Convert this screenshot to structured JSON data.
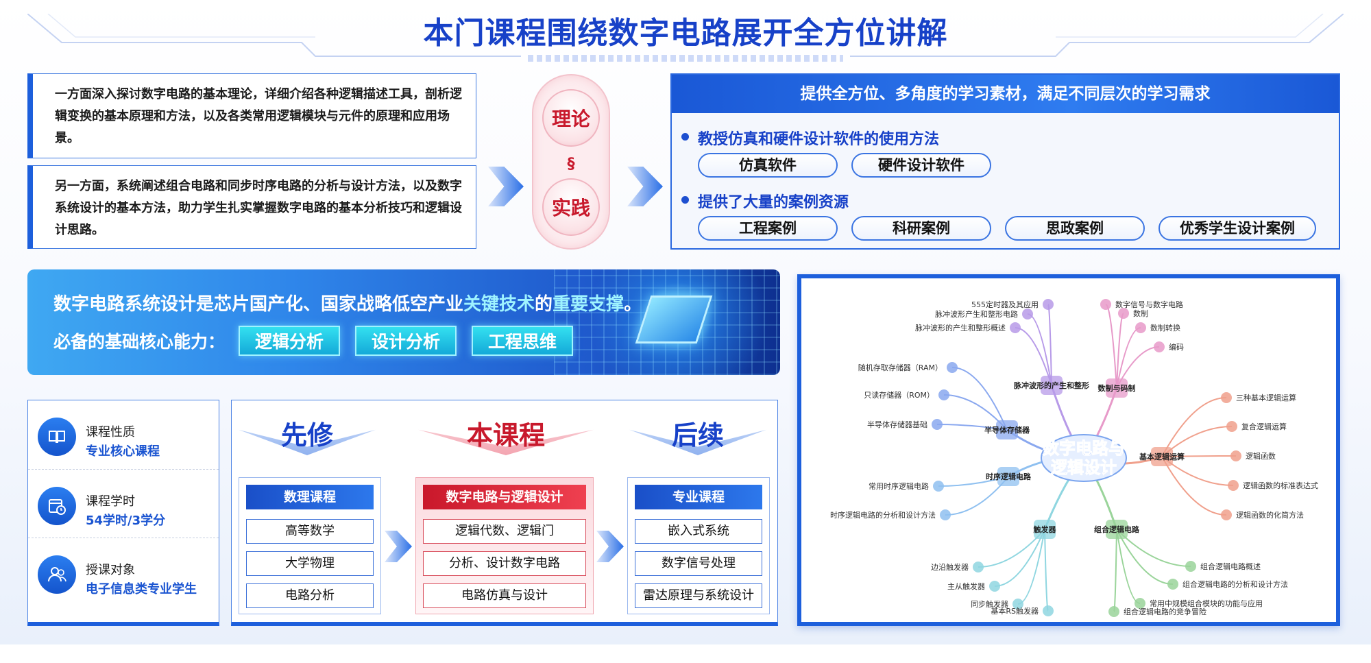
{
  "title": "本门课程围绕数字电路展开全方位讲解",
  "intro": {
    "p1": "一方面深入探讨数字电路的基本理论，详细介绍各种逻辑描述工具，剖析逻辑变换的基本原理和方法，以及各类常用逻辑模块与元件的原理和应用场景。",
    "p2": "另一方面，系统阐述组合电路和同步时序电路的分析与设计方法，以及数字系统设计的基本方法，助力学生扎实掌握数字电路的基本分析技巧和逻辑设计思路。"
  },
  "capsule": {
    "top": "理论",
    "link": "§",
    "bottom": "实践"
  },
  "resources": {
    "header": "提供全方位、多角度的学习素材，满足不同层次的学习需求",
    "section1": {
      "title": "教授仿真和硬件设计软件的使用方法",
      "tags": [
        "仿真软件",
        "硬件设计软件"
      ]
    },
    "section2": {
      "title": "提供了大量的案例资源",
      "tags": [
        "工程案例",
        "科研案例",
        "思政案例",
        "优秀学生设计案例"
      ]
    }
  },
  "banner": {
    "l1a": "数字电路系统设计",
    "l1b": "是芯片国产化、国家战略低空产业",
    "l1c": "关键技术",
    "l1d": "的",
    "l1e": "重要支撑",
    "l1f": "。",
    "l2": "必备的基础核心能力：",
    "tags": [
      "逻辑分析",
      "设计分析",
      "工程思维"
    ]
  },
  "info": [
    {
      "icon": "book-icon",
      "label": "课程性质",
      "value": "专业核心课程"
    },
    {
      "icon": "calendar-clock-icon",
      "label": "课程学时",
      "value": "54学时/3学分"
    },
    {
      "icon": "users-icon",
      "label": "授课对象",
      "value": "电子信息类专业学生"
    }
  ],
  "path": {
    "pre": {
      "title": "先修",
      "head": "数理课程",
      "items": [
        "高等数学",
        "大学物理",
        "电路分析"
      ]
    },
    "main": {
      "title": "本课程",
      "head": "数字电路与逻辑设计",
      "items": [
        "逻辑代数、逻辑门",
        "分析、设计数字电路",
        "电路仿真与设计"
      ]
    },
    "post": {
      "title": "后续",
      "head": "专业课程",
      "items": [
        "嵌入式系统",
        "数字信号处理",
        "雷达原理与系统设计"
      ]
    }
  },
  "mindmap": {
    "center": [
      "数字电路与",
      "逻辑设计"
    ],
    "branches": [
      {
        "label": "脉冲波形的产生和整形",
        "color": "#b79ae8",
        "leaves": [
          "555定时器及其应用",
          "脉冲波形产生和整形电路",
          "脉冲波形的产生和整形概述"
        ]
      },
      {
        "label": "数制与码制",
        "color": "#e79ac9",
        "leaves": [
          "数字信号与数字电路",
          "数制",
          "数制转换",
          "编码"
        ]
      },
      {
        "label": "半导体存储器",
        "color": "#8aa8ef",
        "leaves": [
          "随机存取存储器（RAM）",
          "只读存储器（ROM）",
          "半导体存储器基础"
        ]
      },
      {
        "label": "基本逻辑运算",
        "color": "#f0a08c",
        "leaves": [
          "三种基本逻辑运算",
          "复合逻辑运算",
          "逻辑函数",
          "逻辑函数的标准表达式",
          "逻辑函数的化简方法"
        ]
      },
      {
        "label": "时序逻辑电路",
        "color": "#8fc0f0",
        "leaves": [
          "常用时序逻辑电路",
          "时序逻辑电路的分析和设计方法"
        ]
      },
      {
        "label": "触发器",
        "color": "#8fd6e0",
        "leaves": [
          "边沿触发器",
          "主从触发器",
          "同步触发器",
          "基本RS触发器"
        ]
      },
      {
        "label": "组合逻辑电路",
        "color": "#9ad49a",
        "leaves": [
          "组合逻辑电路概述",
          "组合逻辑电路的分析和设计方法",
          "常用中规模组合模块的功能与应用",
          "组合逻辑电路的竞争冒险"
        ]
      }
    ]
  }
}
